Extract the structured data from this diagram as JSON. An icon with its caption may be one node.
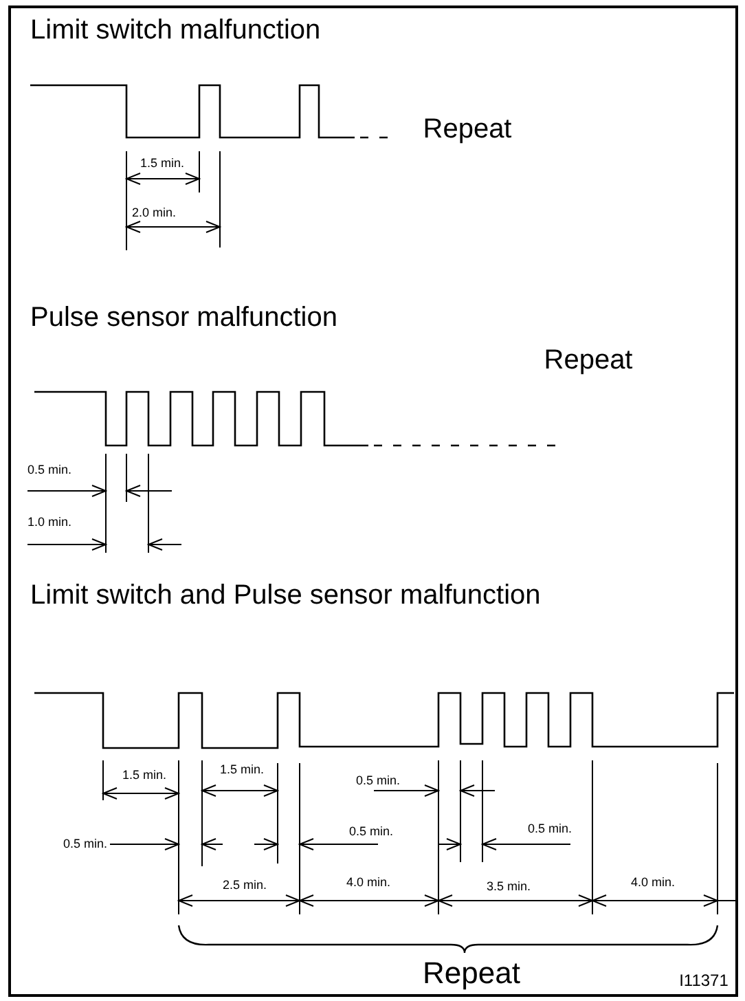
{
  "diagram": {
    "labels": [
      "Limit switch malfunction",
      "Repeat",
      "1.5 min.",
      "2.0 min.",
      "Pulse sensor malfunction",
      "Repeat",
      "0.5 min.",
      "1.0 min.",
      "Limit switch and Pulse sensor malfunction",
      "1.5 min.",
      "1.5 min.",
      "0.5 min.",
      "0.5 min.",
      "0.5 min.",
      "0.5 min.",
      "2.5 min.",
      "4.0 min.",
      "3.5 min.",
      "4.0 min.",
      "Repeat",
      "I11371"
    ]
  }
}
